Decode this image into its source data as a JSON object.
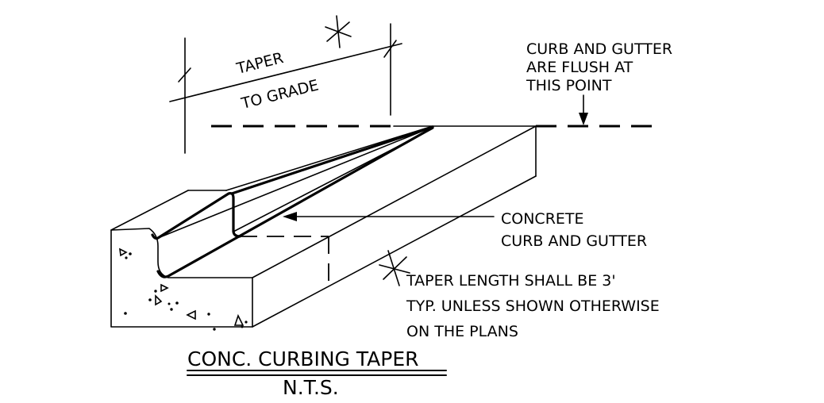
{
  "labels": {
    "taper": "TAPER",
    "to_grade": "TO GRADE",
    "flush_note_line1": "CURB AND GUTTER",
    "flush_note_line2": "ARE FLUSH AT",
    "flush_note_line3": "THIS POINT",
    "concrete_line1": "CONCRETE",
    "concrete_line2": "CURB AND GUTTER",
    "taper_length_line1": "TAPER LENGTH SHALL BE 3'",
    "taper_length_line2": "TYP. UNLESS SHOWN OTHERWISE",
    "taper_length_line3": "ON THE PLANS"
  },
  "title": {
    "main": "CONC. CURBING TAPER",
    "scale": "N.T.S."
  }
}
